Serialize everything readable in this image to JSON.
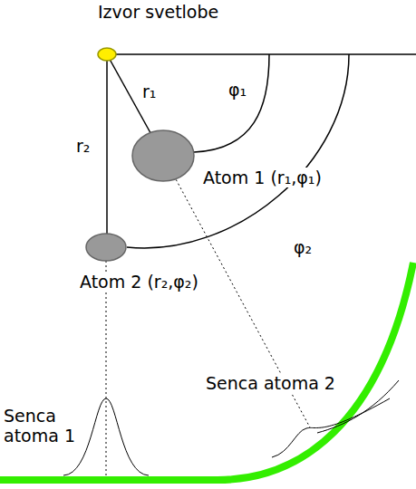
{
  "diagram": {
    "labels": [
      "Izvor svetlobe",
      "r₁",
      "φ₁",
      "r₂",
      "Atom 1 (r₁,φ₁)",
      "φ₂",
      "Atom 2 (r₂,φ₂)",
      "Senca atoma 1",
      "Senca atoma 2"
    ]
  }
}
